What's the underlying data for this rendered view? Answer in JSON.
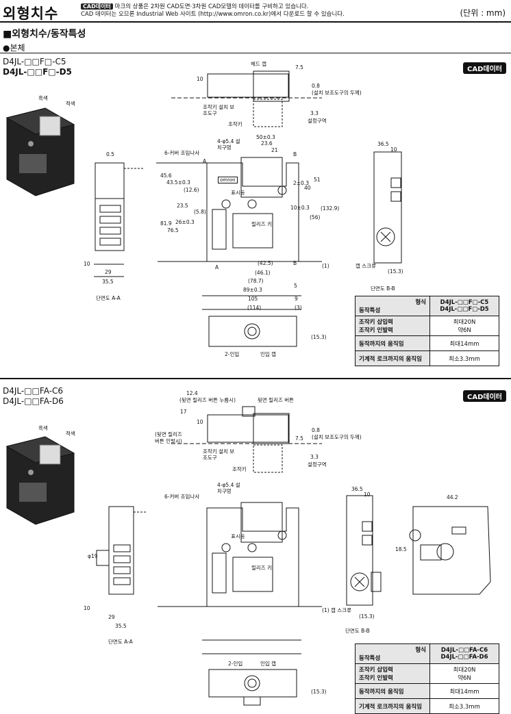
{
  "header": {
    "title": "외형치수",
    "cad_badge": "CAD데이터",
    "note_line1": "마크의 상품은 2차원 CAD도면·3차원 CAD모델의 데이터를 구비하고 있습니다.",
    "note_line2": "CAD 데이터는 오므론 Industrial Web 사이트 (http://www.omron.co.kr)에서 다운로드 할 수 있습니다.",
    "unit": "(단위 : mm)"
  },
  "section": {
    "title": "■외형치수/동작특성",
    "subtitle": "●본체"
  },
  "block1": {
    "model1": "D4JL-□□F□-C5",
    "model2": "D4JL-□□F□-D5",
    "cad_button": "CAD데이터",
    "labels": {
      "black": "흑색",
      "red": "적색",
      "head_cap": "헤드 캡",
      "install_thick": "(설치 보조도구의 두께)",
      "install_aid": "조작키 설치 보조도구",
      "op_key": "조작키",
      "set_zone": "설정구역",
      "cover_screw": "6-커버 조임나사",
      "mount_hole": "4-φ5.4 설치구멍",
      "indicator": "표시등",
      "release_key": "릴리즈 키",
      "cap_screw": "캡 스크류",
      "section_aa": "단면도 A-A",
      "section_bb": "단면도 B-B",
      "conduit": "2-인입",
      "inlet_cap": "인입 캡"
    },
    "dims": {
      "d7_5": "7.5",
      "d10": "10",
      "d0_8": "0.8",
      "d3_3": "3.3",
      "d0_5": "0.5",
      "d50": "50±0.3",
      "d23_6": "23.6",
      "d21": "21",
      "d45_6": "45.6",
      "d43_5": "43.5±0.3",
      "d12_6": "(12.6)",
      "d5_8": "(5.8)",
      "d23_5": "23.5",
      "d26": "26±0.3",
      "d81_9": "81.9",
      "d76_5": "76.5",
      "d2": "2±0.3",
      "d51": "51",
      "d40": "40",
      "d10b": "10±0.3",
      "d56": "(56)",
      "d132_9": "(132.9)",
      "d42_5": "(42.5)",
      "d46_1": "(46.1)",
      "d78_7": "(78.7)",
      "d89": "89±0.3",
      "d105": "105",
      "d114": "(114)",
      "d5": "5",
      "d9": "9",
      "d3": "(3)",
      "d1": "(1)",
      "d29": "29",
      "d35_5": "35.5",
      "d36_5": "36.5",
      "d15_3": "(15.3)",
      "d15_3b": "(15.3)",
      "A": "A",
      "B": "B",
      "omron": "omron"
    },
    "table": {
      "type_label": "형식",
      "char_label": "동작특성",
      "type_val1": "D4JL-□□F□-C5",
      "type_val2": "D4JL-□□F□-D5",
      "rows": [
        {
          "l1": "조작키 삽입력",
          "l2": "조작키 인발력",
          "v1": "최대20N",
          "v2": "약6N"
        },
        {
          "l1": "동작까지의 움직임",
          "v1": "최대14mm"
        },
        {
          "l1": "기계적 로크까지의 움직임",
          "v1": "최소3.3mm"
        }
      ]
    }
  },
  "block2": {
    "model1": "D4JL-□□FA-C6",
    "model2": "D4JL-□□FA-D6",
    "cad_button": "CAD데이터",
    "labels": {
      "black": "흑색",
      "red": "적색",
      "back_release_btn": "(뒷면 릴리즈 버튼 누름시)",
      "back_release": "뒷면 릴리즈 버튼",
      "back_release_pull1": "(뒷면 릴리즈",
      "back_release_pull2": "버튼 인발시)",
      "install_thick": "(설치 보조도구의 두께)",
      "install_aid": "조작키 설치 보조도구",
      "op_key": "조작키",
      "set_zone": "설정구역",
      "cover_screw": "6-커버 조임나사",
      "mount_hole": "4-φ5.4 설치구멍",
      "indicator": "표시등",
      "release_key": "릴리즈 키",
      "cap_screw": "(1) 캡 스크류",
      "section_aa": "단면도 A-A",
      "section_bb": "단면도 B-B",
      "conduit": "2-인입",
      "inlet_cap": "인입 캡"
    },
    "dims": {
      "d12_4": "12.4",
      "d17": "17",
      "d10": "10",
      "d7_5": "7.5",
      "d0_8": "0.8",
      "d3_3": "3.3",
      "phi19": "φ19",
      "d36_5": "36.5",
      "d10c": "10",
      "d44_2": "44.2",
      "d18_5": "18.5",
      "d15_3": "(15.3)",
      "d15_3b": "(15.3)",
      "d29": "29",
      "d35_5": "35.5"
    },
    "table": {
      "type_label": "형식",
      "char_label": "동작특성",
      "type_val1": "D4JL-□□FA-C6",
      "type_val2": "D4JL-□□FA-D6",
      "rows": [
        {
          "l1": "조작키 삽입력",
          "l2": "조작키 인발력",
          "v1": "최대20N",
          "v2": "약6N"
        },
        {
          "l1": "동작까지의 움직임",
          "v1": "최대14mm"
        },
        {
          "l1": "기계적 로크까지의 움직임",
          "v1": "최소3.3mm"
        }
      ]
    }
  }
}
